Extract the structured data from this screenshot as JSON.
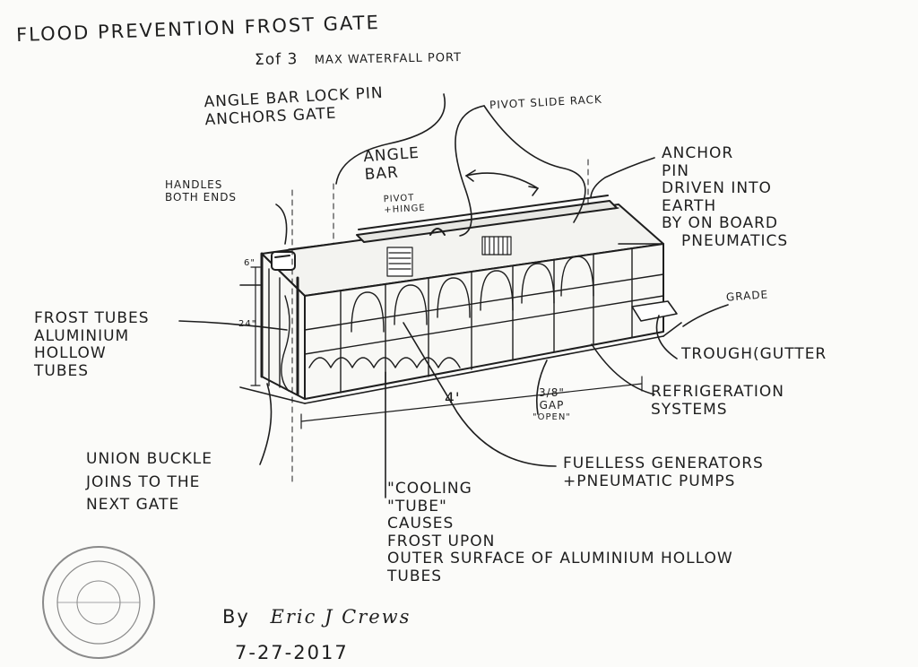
{
  "title": "FLOOD PREVENTION FROST GATE",
  "subtitle": {
    "prefix": "Σof 3",
    "rest": "MAX WATERFALL PORT"
  },
  "labels": {
    "angle_bar_lock_pin": [
      "ANGLE BAR LOCK PIN",
      "ANCHORS GATE"
    ],
    "pivot_slide_rack": "PIVOT SLIDE RACK",
    "angle_bar": [
      "ANGLE",
      "BAR"
    ],
    "pivot_hinge": [
      "PIVOT",
      "+HINGE"
    ],
    "handles": [
      "HANDLES",
      "BOTH ENDS"
    ],
    "anchor_pin": [
      "ANCHOR",
      "PIN",
      "DRIVEN INTO",
      "EARTH",
      "BY ON BOARD",
      "PNEUMATICS"
    ],
    "frost_tubes": [
      "FROST TUBES",
      "ALUMINIUM",
      "HOLLOW",
      "TUBES"
    ],
    "grade": "GRADE",
    "trough": "TROUGH(GUTTER",
    "refrigeration": [
      "REFRIGERATION",
      "SYSTEMS"
    ],
    "gap": [
      "3/8\"",
      "GAP",
      "\"OPEN\""
    ],
    "fuelless": [
      "FUELLESS GENERATORS",
      "+PNEUMATIC PUMPS"
    ],
    "union_buckle": [
      "UNION BUCKLE",
      "JOINS TO THE",
      "NEXT GATE"
    ],
    "cooling_tube": [
      "\"COOLING",
      "\"TUBE\"",
      "CAUSES",
      "FROST UPON",
      "OUTER SURFACE OF ALUMINIUM HOLLOW",
      "TUBES"
    ]
  },
  "dimensions": {
    "height": "24\"",
    "top": "6\"",
    "width": "4'"
  },
  "signature": {
    "prefix": "By",
    "name": "Eric J Crews",
    "date": "7-27-2017"
  },
  "colors": {
    "ink": "#1e1e1e",
    "paper": "#fbfbf9",
    "stamp": "#8a8a8a"
  }
}
